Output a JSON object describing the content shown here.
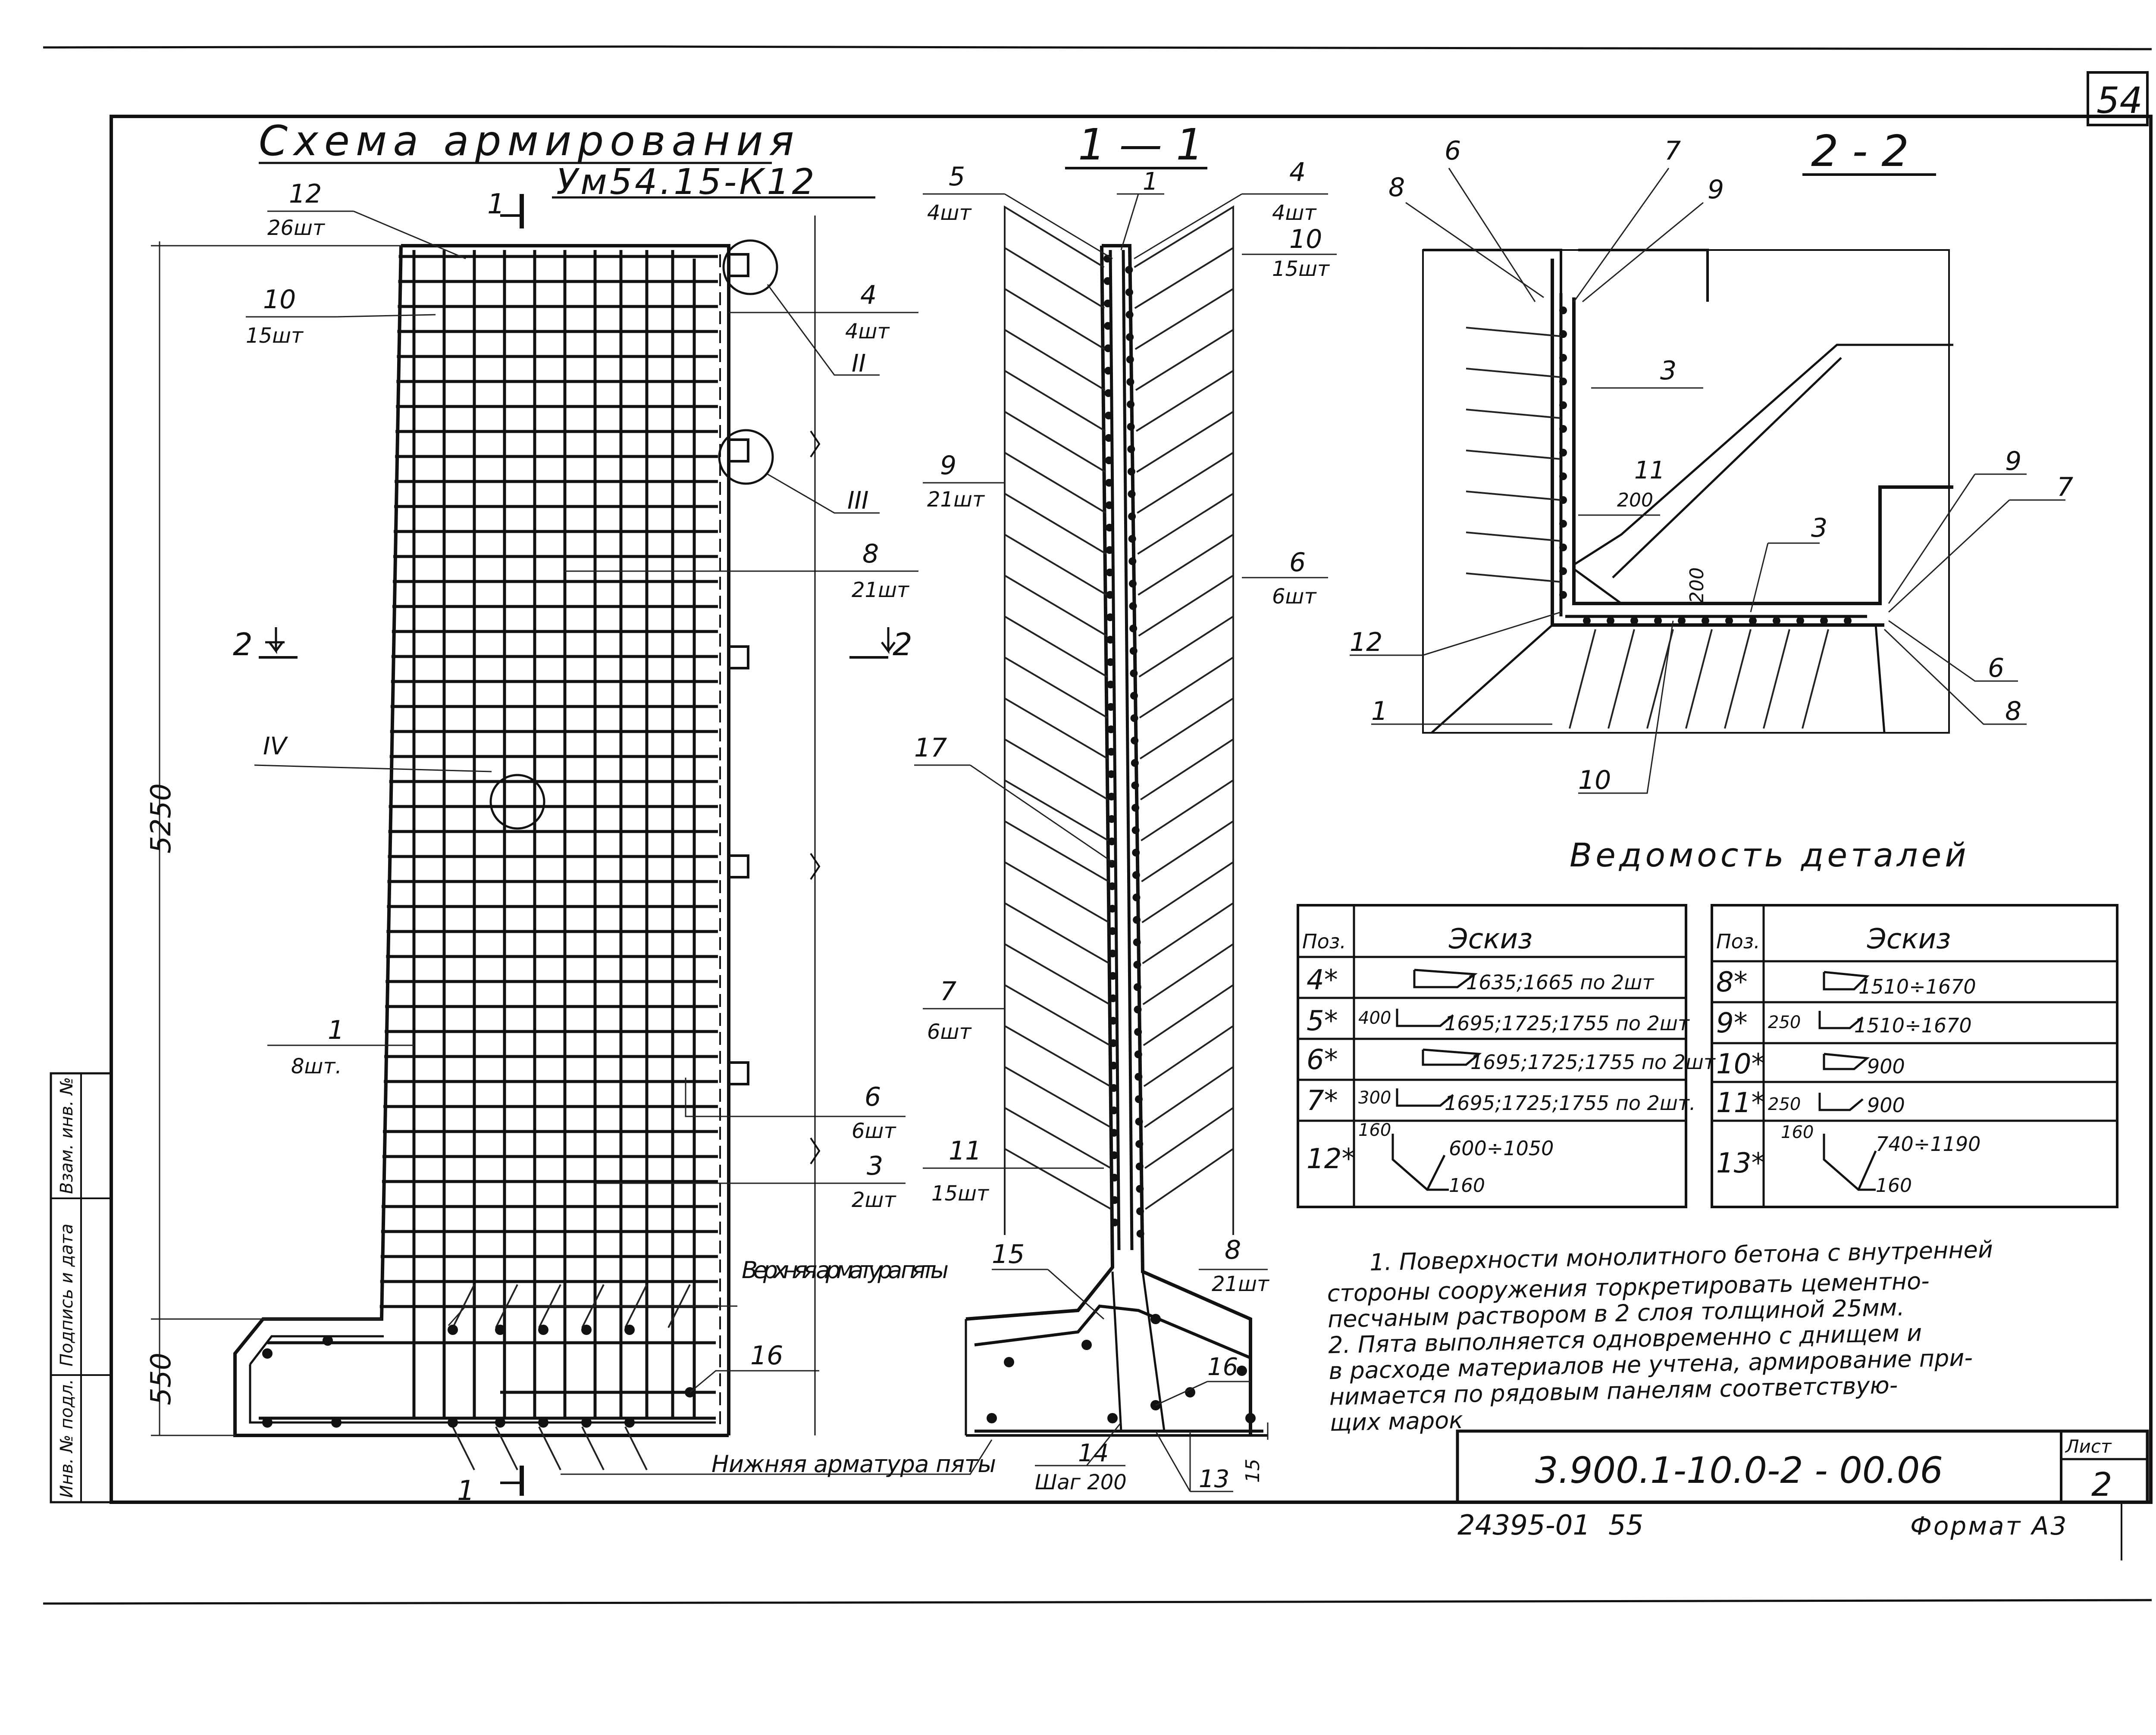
{
  "sheet_number": "54",
  "title": {
    "line1": "Схема армирования",
    "line2": "Ум54.15-К12"
  },
  "section_labels": {
    "s11": "1 — 1",
    "s22": "2 - 2"
  },
  "main_view": {
    "dim_height": "5250",
    "dim_footing": "550",
    "cut_mark_top": "1",
    "cut_mark_bottom": "1",
    "cut_mark_2_left": "2",
    "cut_mark_2_right": "2",
    "detail_callouts": [
      "II",
      "III",
      "IV"
    ],
    "callouts": [
      {
        "pos": "12",
        "qty": "26шт"
      },
      {
        "pos": "10",
        "qty": "15шт"
      },
      {
        "pos": "4",
        "qty": "4шт"
      },
      {
        "pos": "8",
        "qty": "21шт"
      },
      {
        "pos": "1",
        "qty": "8шт."
      },
      {
        "pos": "6",
        "qty": "6шт"
      },
      {
        "pos": "3",
        "qty": "2шт"
      },
      {
        "pos": "16",
        "qty": ""
      }
    ],
    "upper_footing_label": "Верхняя арматура пяты",
    "lower_footing_label": "Нижняя арматура пяты"
  },
  "section_1_1": {
    "callouts": [
      {
        "pos": "1",
        "qty": ""
      },
      {
        "pos": "5",
        "qty": "4шт"
      },
      {
        "pos": "4",
        "qty": "4шт"
      },
      {
        "pos": "10",
        "qty": "15шт"
      },
      {
        "pos": "9",
        "qty": "21шт"
      },
      {
        "pos": "6",
        "qty": "6шт"
      },
      {
        "pos": "17",
        "qty": ""
      },
      {
        "pos": "7",
        "qty": "6шт"
      },
      {
        "pos": "11",
        "qty": "15шт"
      },
      {
        "pos": "15",
        "qty": ""
      },
      {
        "pos": "8",
        "qty": "21шт"
      },
      {
        "pos": "16",
        "qty": ""
      },
      {
        "pos": "14",
        "qty": "Шаг 200"
      },
      {
        "pos": "13",
        "qty": ""
      }
    ],
    "dim_15": "15"
  },
  "section_2_2": {
    "callouts": [
      "6",
      "7",
      "9",
      "8",
      "3",
      "11",
      "12",
      "1",
      "10",
      "9",
      "7",
      "3",
      "6",
      "8"
    ],
    "dim_200a": "200",
    "dim_200b": "200"
  },
  "schedule": {
    "title": "Ведомость деталей",
    "head_pos": "Поз.",
    "head_sketch": "Эскиз",
    "left_rows": [
      {
        "pos": "4*",
        "pre": "",
        "text": "1635;1665 по 2шт"
      },
      {
        "pos": "5*",
        "pre": "400",
        "text": "1695;1725;1755 по 2шт"
      },
      {
        "pos": "6*",
        "pre": "",
        "text": "1695;1725;1755 по 2шт"
      },
      {
        "pos": "7*",
        "pre": "300",
        "text": "1695;1725;1755 по 2шт."
      },
      {
        "pos": "12*",
        "pre": "160",
        "text": "600÷1050",
        "tail": "160"
      }
    ],
    "right_rows": [
      {
        "pos": "8*",
        "pre": "",
        "text": "1510÷1670"
      },
      {
        "pos": "9*",
        "pre": "250",
        "text": "1510÷1670"
      },
      {
        "pos": "10*",
        "pre": "",
        "text": "900"
      },
      {
        "pos": "11*",
        "pre": "250",
        "text": "900"
      },
      {
        "pos": "13*",
        "pre": "160",
        "text": "740÷1190",
        "tail": "160"
      }
    ]
  },
  "notes": [
    "1. Поверхности монолитного бетона с внутренней",
    "стороны сооружения торкретировать цементно-",
    "песчаным раствором в 2 слоя толщиной 25мм.",
    "2. Пята выполняется одновременно с днищем и",
    "в расходе материалов не учтена, армирование при-",
    "нимается по рядовым панелям соответствую-",
    "щих марок"
  ],
  "stamp": {
    "code": "3.900.1-10.0-2 - 00.06",
    "sheet_label": "Лист",
    "sheet": "2"
  },
  "footer": {
    "archive": "24395-01",
    "page": "55",
    "format": "Формат А3"
  },
  "side_stamp": [
    "Инв. № подл.",
    "Подпись и дата",
    "Взам. инв. №"
  ]
}
